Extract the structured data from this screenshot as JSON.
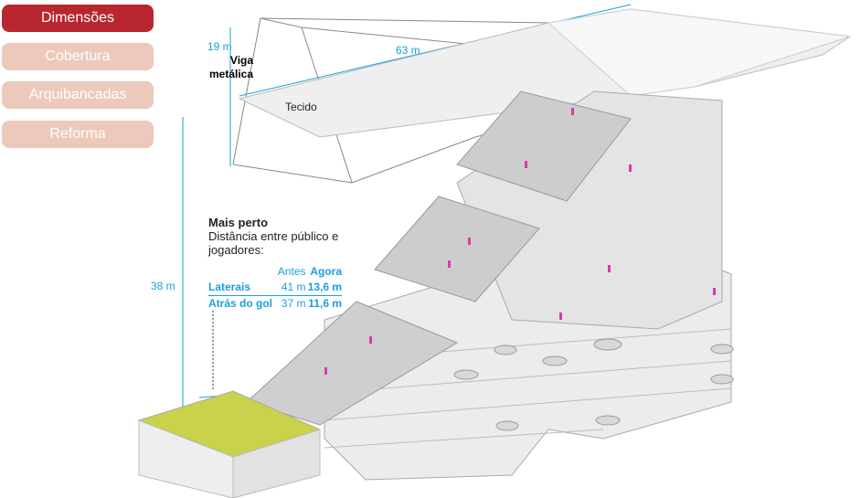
{
  "tabs": [
    {
      "label": "Dimensões",
      "active": true
    },
    {
      "label": "Cobertura",
      "active": false
    },
    {
      "label": "Arquibancadas",
      "active": false
    },
    {
      "label": "Reforma",
      "active": false
    }
  ],
  "labels": {
    "height_beam": "19 m",
    "beam_line1": "Viga",
    "beam_line2": "metálica",
    "span": "63 m",
    "fabric": "Tecido",
    "height_total": "38 m"
  },
  "info": {
    "title": "Mais perto",
    "subtitle": "Distância entre público e jogadores:",
    "columns": [
      "",
      "Antes",
      "Agora"
    ],
    "rows": [
      {
        "label": "Laterais",
        "antes": "41 m",
        "agora": "13,6 m"
      },
      {
        "label": "Atrás do gol",
        "antes": "37 m",
        "agora": "11,6 m"
      }
    ]
  },
  "colors": {
    "active_tab": "#b8272f",
    "inactive_tab": "#ecc9bb",
    "accent": "#1b9ee0",
    "grass": "#c9d24a",
    "people": "#d83aa8"
  }
}
